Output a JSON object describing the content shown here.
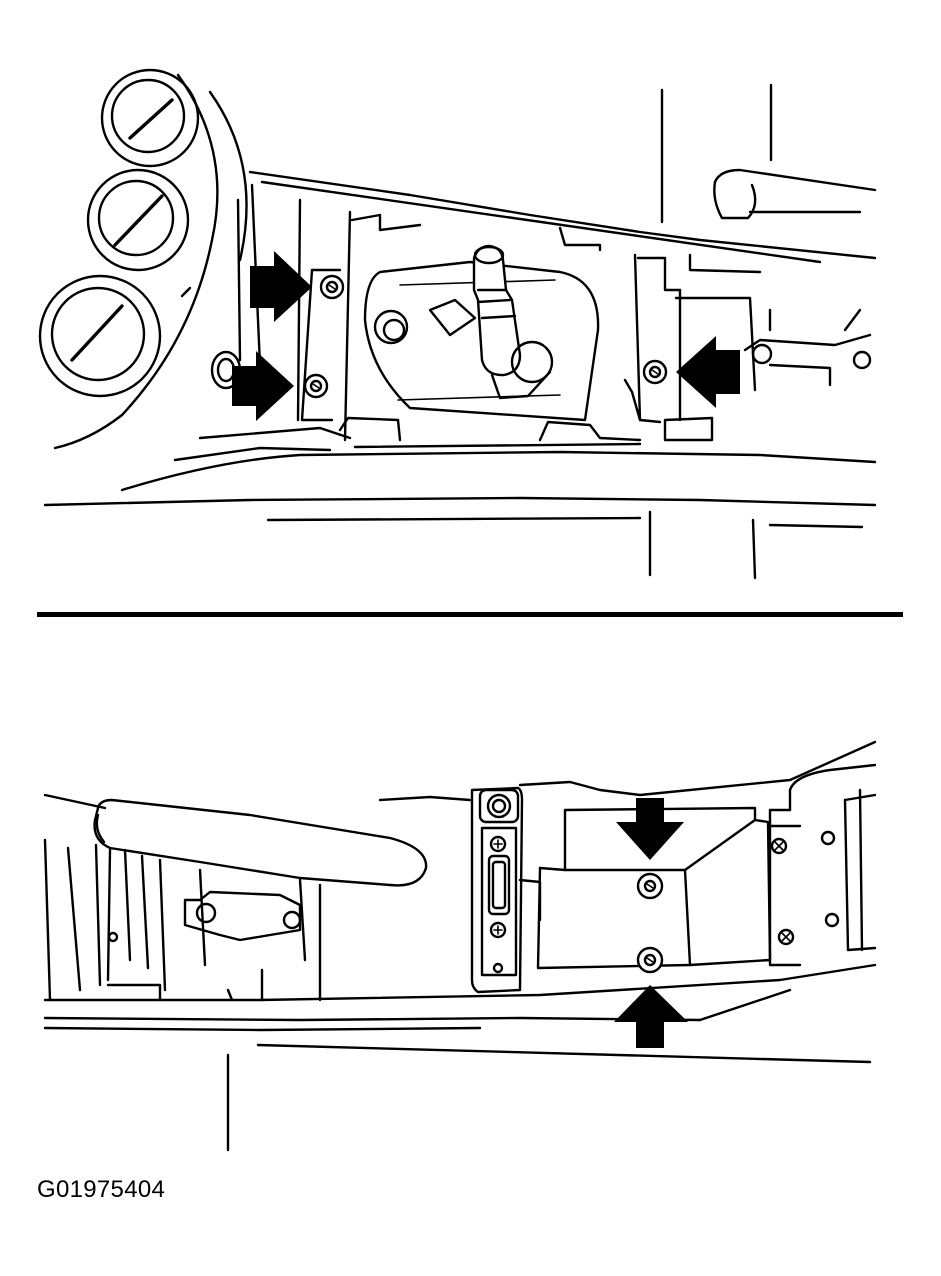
{
  "figure": {
    "code": "G01975404",
    "panels": [
      {
        "name": "top-panel",
        "arrow_count": 3,
        "callout": "fastener"
      },
      {
        "name": "bottom-panel",
        "arrow_count": 2,
        "callout": "fastener"
      }
    ],
    "colors": {
      "ink": "#000000",
      "paper": "#ffffff"
    }
  }
}
